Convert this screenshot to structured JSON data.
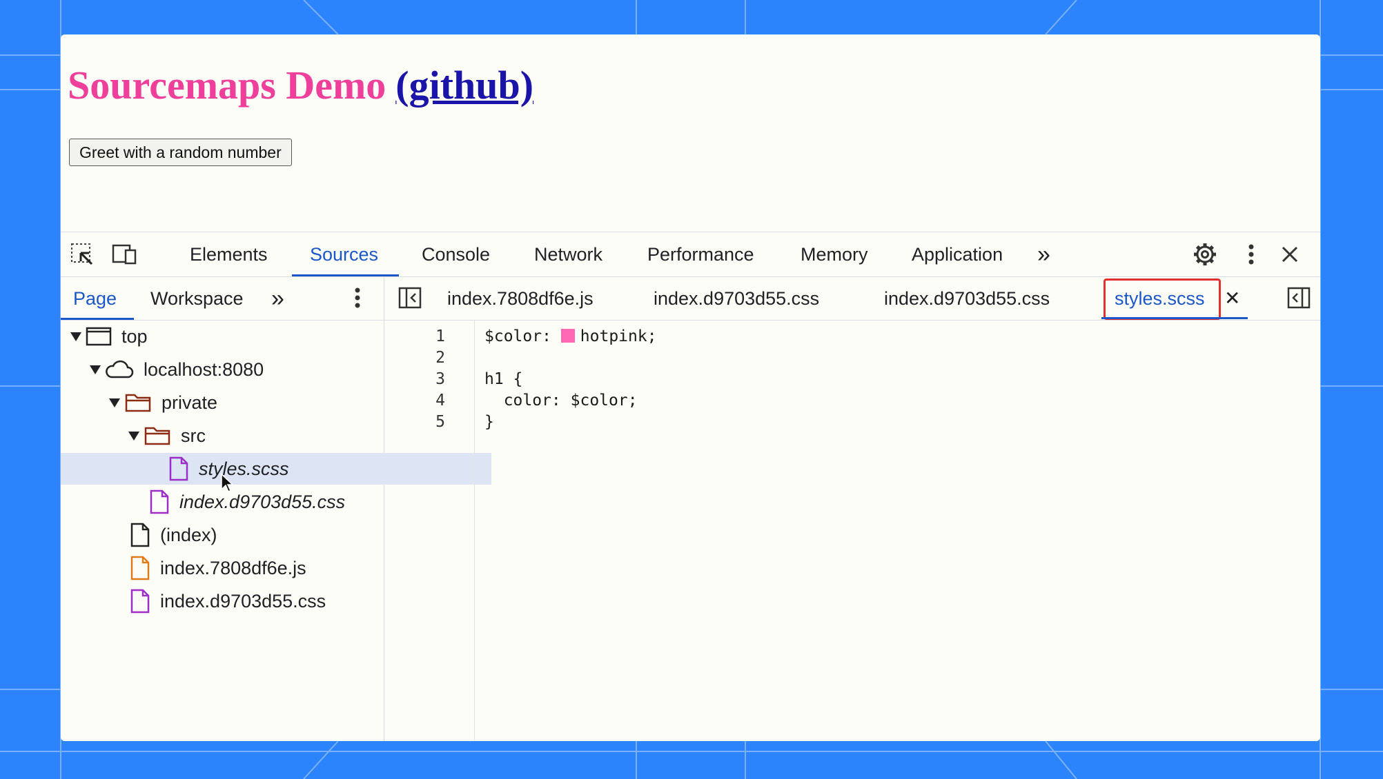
{
  "page": {
    "title": "Sourcemaps Demo",
    "link_text": "(github)",
    "button_label": "Greet with a random number"
  },
  "devtools": {
    "tabs": [
      {
        "label": "Elements"
      },
      {
        "label": "Sources",
        "active": true
      },
      {
        "label": "Console"
      },
      {
        "label": "Network"
      },
      {
        "label": "Performance"
      },
      {
        "label": "Memory"
      },
      {
        "label": "Application"
      }
    ],
    "more_tabs_glyph": "»",
    "nav_tabs": [
      {
        "label": "Page",
        "active": true
      },
      {
        "label": "Workspace"
      }
    ],
    "open_files": [
      {
        "label": "index.7808df6e.js"
      },
      {
        "label": "index.d9703d55.css"
      },
      {
        "label": "index.d9703d55.css"
      },
      {
        "label": "styles.scss",
        "active": true,
        "highlighted": true
      }
    ],
    "close_glyph": "✕",
    "tree": [
      {
        "label": "top",
        "icon": "frame-icon"
      },
      {
        "label": "localhost:8080",
        "icon": "cloud-icon"
      },
      {
        "label": "private",
        "icon": "folder-icon"
      },
      {
        "label": "src",
        "icon": "folder-icon"
      },
      {
        "label": "styles.scss",
        "icon": "css-file-icon",
        "selected": true,
        "italic": true
      },
      {
        "label": "index.d9703d55.css",
        "icon": "css-file-icon",
        "italic": true
      },
      {
        "label": "(index)",
        "icon": "document-file-icon"
      },
      {
        "label": "index.7808df6e.js",
        "icon": "js-file-icon"
      },
      {
        "label": "index.d9703d55.css",
        "icon": "css-file-icon"
      }
    ],
    "editor": {
      "line_numbers": [
        "1",
        "2",
        "3",
        "4",
        "5"
      ],
      "lines": [
        "$color: ",
        "",
        "h1 {",
        "  color: $color;",
        "}"
      ],
      "color_value": "hotpink",
      "swatch_color": "#ff69b4"
    }
  },
  "colors": {
    "background": "#2b84fb",
    "title_pink": "#ee3f9a",
    "link_blue": "#1a14a8",
    "active_blue": "#1a57c9",
    "highlight_red": "#e2312c"
  }
}
